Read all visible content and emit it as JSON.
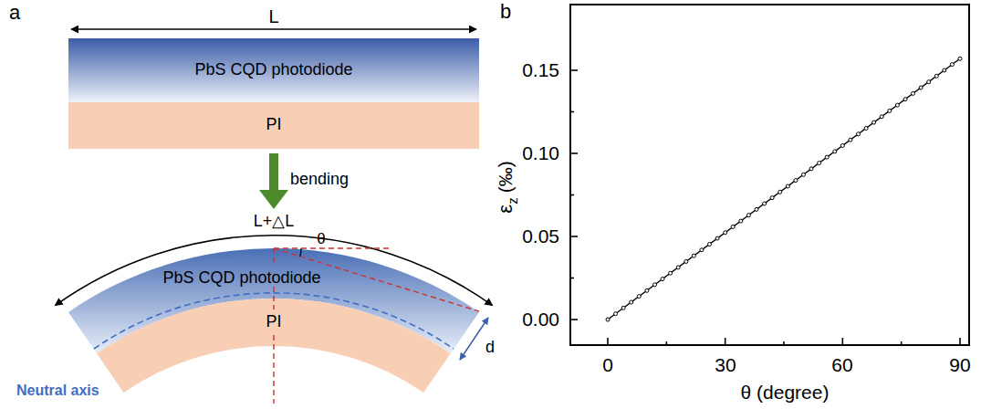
{
  "diagram": {
    "nodes": [
      {
        "text": [
          "PbS CQD photodiode"
        ]
      },
      {
        "text": [
          "PI"
        ]
      },
      {
        "text": [
          "PbS CQD photodiode"
        ]
      },
      {
        "text": [
          "PI"
        ]
      }
    ],
    "labels": [
      "a",
      "L",
      "bending",
      "L+△L",
      "θ",
      "d",
      "Neutral axis",
      "b",
      "0.00",
      "0.05",
      "0.10",
      "0.15",
      "0",
      "30",
      "60",
      "90",
      "ε",
      "z",
      "(‰)",
      "θ (degree)"
    ]
  }
}
